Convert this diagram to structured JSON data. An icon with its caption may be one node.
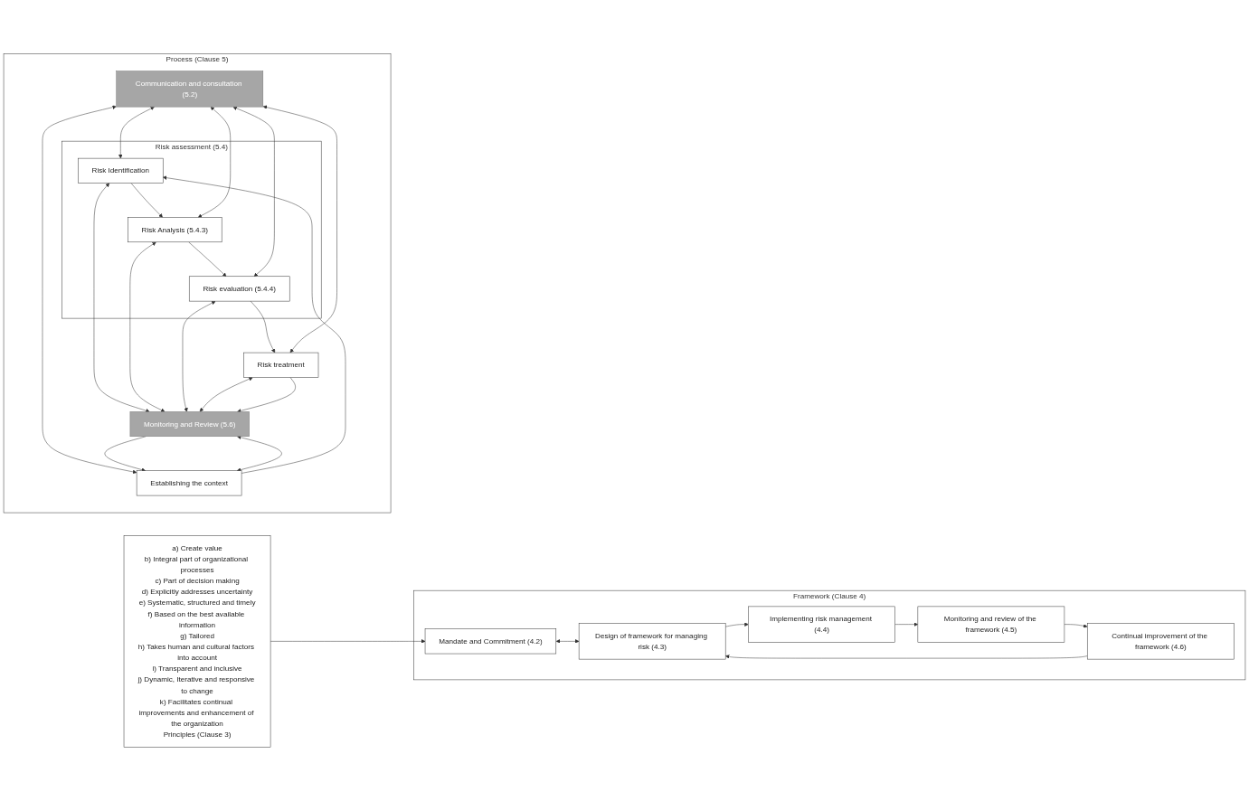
{
  "diagram": {
    "nodes": [
      {
        "text": [
          "a) Create value",
          "b) Integral part of organizational processes",
          "c) Part of decision making",
          "d) Explicitly addresses uncertainty",
          "e) Systematic, structured and timely",
          "f) Based on the best available information",
          "g) Tailored",
          "h) Takes human and cultural factors into account",
          "i) Transparent and inclusive",
          "j) Dynamic, Iterative and responsive to change",
          "k) Facilitates continual improvements and enhancement of the organization",
          "Principles (Clause 3)"
        ]
      },
      {
        "text": [
          "Framework (Clause 4)"
        ]
      },
      {
        "text": [
          "Mandate and Commitment (4.2)"
        ],
        "in": 1
      },
      {
        "text": [
          "Design of framework for managing risk (4.3)"
        ],
        "in": 1
      },
      {
        "text": [
          "Implementing risk management (4.4)"
        ],
        "in": 1
      },
      {
        "text": [
          "Monitoring and review of the framework (4.5)"
        ],
        "in": 1
      },
      {
        "text": [
          "Continual improvement of the framework (4.6)"
        ],
        "in": 1
      },
      {
        "text": [
          "Process (Clause 5)"
        ]
      },
      {
        "text": [
          "Communication and consultation (5.2)"
        ],
        "in": 7
      },
      {
        "text": [
          "Establishing the context"
        ],
        "in": 7
      },
      {
        "text": [
          "Monitoring and Review (5.6)"
        ],
        "in": 7
      },
      {
        "text": [
          "Risk assessment (5.4)"
        ],
        "in": 7
      },
      {
        "text": [
          "Risk Identification"
        ],
        "in": 11
      },
      {
        "text": [
          "Risk Analysis (5.4.3)"
        ],
        "in": 11
      },
      {
        "text": [
          "Risk evaluation (5.4.4)"
        ],
        "in": 11
      },
      {
        "text": [
          "Risk treatment"
        ],
        "in": 7
      }
    ],
    "edges": [
      {
        "from": 0,
        "to": 2,
        "arrow": "to"
      },
      {
        "from": 2,
        "to": 3,
        "arrow": "both"
      },
      {
        "from": 3,
        "to": 4,
        "arrow": "to"
      },
      {
        "from": 4,
        "to": 5,
        "arrow": "to"
      },
      {
        "from": 5,
        "to": 6,
        "arrow": "to"
      },
      {
        "from": 6,
        "to": 3,
        "arrow": "to"
      },
      {
        "from": 8,
        "to": 9,
        "arrow": "both"
      },
      {
        "from": 9,
        "to": 10,
        "arrow": "both"
      },
      {
        "from": 10,
        "to": 9,
        "arrow": "to"
      },
      {
        "from": 9,
        "to": 12,
        "arrow": "to"
      },
      {
        "from": 8,
        "to": 12,
        "arrow": "both"
      },
      {
        "from": 12,
        "to": 10,
        "arrow": "both"
      },
      {
        "from": 12,
        "to": 13,
        "arrow": "to"
      },
      {
        "from": 8,
        "to": 13,
        "arrow": "both"
      },
      {
        "from": 13,
        "to": 10,
        "arrow": "both"
      },
      {
        "from": 13,
        "to": 14,
        "arrow": "to"
      },
      {
        "from": 8,
        "to": 14,
        "arrow": "both"
      },
      {
        "from": 14,
        "to": 10,
        "arrow": "both"
      },
      {
        "from": 14,
        "to": 15,
        "arrow": "to"
      },
      {
        "from": 8,
        "to": 15,
        "arrow": "both"
      },
      {
        "from": 15,
        "to": 10,
        "arrow": "both"
      },
      {
        "from": 15,
        "to": 10,
        "arrow": "to"
      }
    ]
  }
}
